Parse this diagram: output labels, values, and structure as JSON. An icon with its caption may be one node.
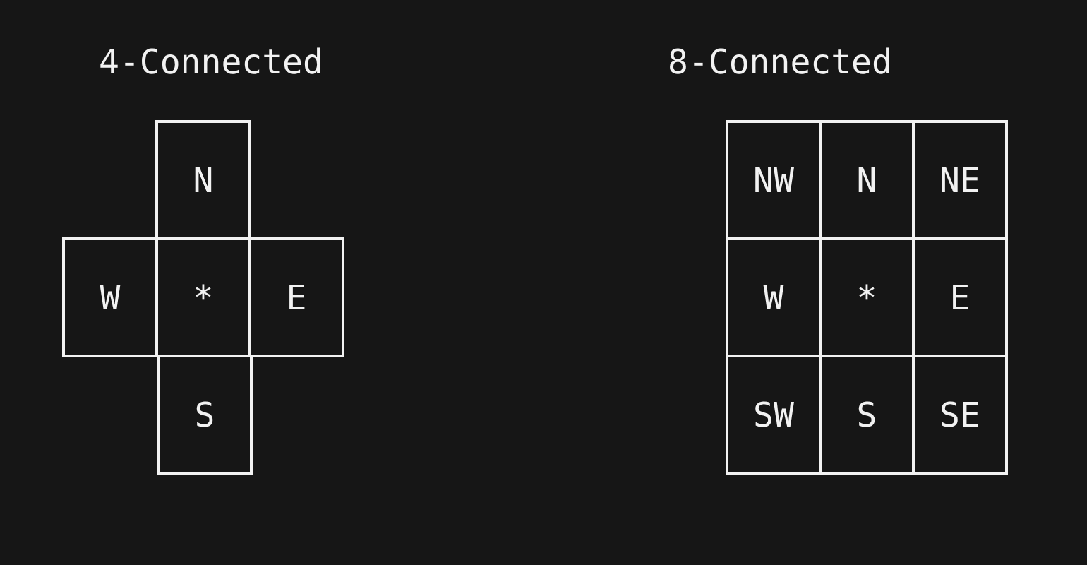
{
  "diagram": {
    "nodes": [
      {
        "text": [
          "N"
        ]
      },
      {
        "text": [
          "W"
        ]
      },
      {
        "text": [
          "*"
        ]
      },
      {
        "text": [
          "E"
        ]
      },
      {
        "text": [
          "S"
        ]
      },
      {
        "text": [
          "NW"
        ]
      },
      {
        "text": [
          "N"
        ]
      },
      {
        "text": [
          "NE"
        ]
      },
      {
        "text": [
          "W"
        ]
      },
      {
        "text": [
          "*"
        ]
      },
      {
        "text": [
          "E"
        ]
      },
      {
        "text": [
          "SW"
        ]
      },
      {
        "text": [
          "S"
        ]
      },
      {
        "text": [
          "SE"
        ]
      }
    ],
    "labels": [
      "4-Connected",
      "8-Connected"
    ]
  }
}
